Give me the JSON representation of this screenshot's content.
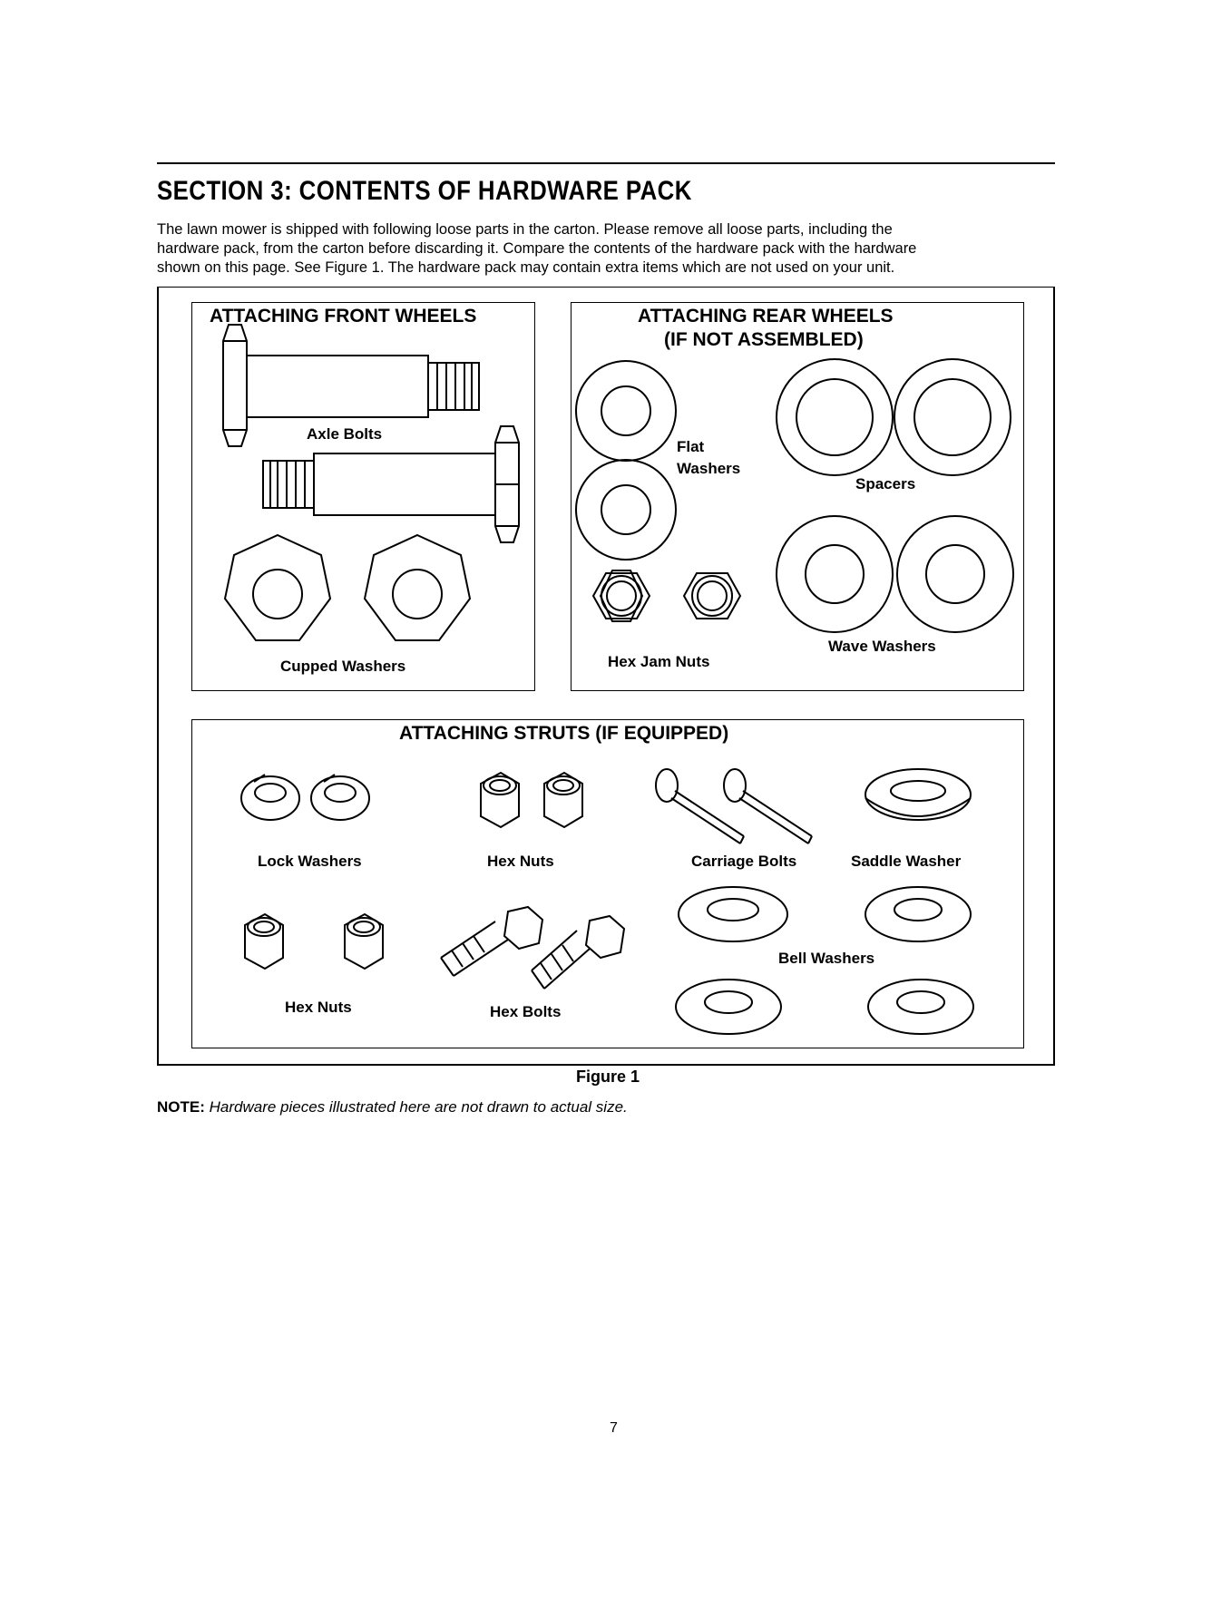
{
  "section": {
    "title": "SECTION 3:  CONTENTS OF HARDWARE PACK",
    "intro_lines": [
      "The lawn mower is shipped with following loose parts in the carton. Please remove all loose parts, including the",
      "hardware pack, from the carton before discarding it. Compare the contents of the hardware pack with the hardware",
      "shown on this page. See Figure 1. The hardware pack may contain extra items which are not used on your unit."
    ]
  },
  "figure": {
    "front": {
      "title": "ATTACHING FRONT WHEELS",
      "axle_bolts": "Axle Bolts",
      "cupped_washers": "Cupped Washers"
    },
    "rear": {
      "title_line1": "ATTACHING REAR WHEELS",
      "title_line2": "(IF NOT ASSEMBLED)",
      "flat_washers_line1": "Flat",
      "flat_washers_line2": "Washers",
      "spacers": "Spacers",
      "hex_jam_nuts": "Hex Jam Nuts",
      "wave_washers": "Wave Washers"
    },
    "struts": {
      "title": "ATTACHING STRUTS (IF EQUIPPED)",
      "lock_washers": "Lock Washers",
      "hex_nuts_top": "Hex Nuts",
      "carriage_bolts": "Carriage Bolts",
      "saddle_washer": "Saddle Washer",
      "hex_nuts_bottom": "Hex Nuts",
      "hex_bolts": "Hex Bolts",
      "bell_washers": "Bell Washers"
    },
    "caption": "Figure 1"
  },
  "note": {
    "label": "NOTE:",
    "text": "Hardware pieces illustrated here are not drawn to actual size."
  },
  "page_number": "7"
}
